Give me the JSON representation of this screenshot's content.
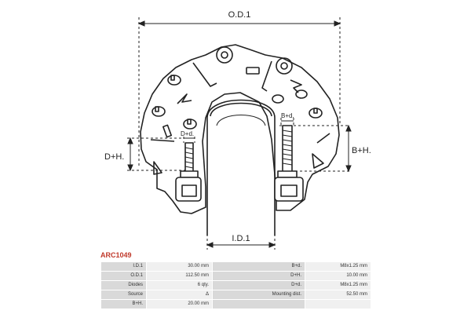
{
  "diagram": {
    "labels": {
      "outer_diameter": "O.D.1",
      "inner_diameter": "I.D.1",
      "d_height": "D+H.",
      "b_height": "B+H.",
      "b_diameter": "B+d.",
      "d_diameter": "D+d."
    }
  },
  "part_code": "ARC1049",
  "specs": {
    "rows": [
      {
        "left_label": "I.D.1",
        "left_value": "30.00 mm",
        "right_label": "B+d.",
        "right_value": "M8x1.25 mm"
      },
      {
        "left_label": "O.D.1",
        "left_value": "112.50 mm",
        "right_label": "D+H.",
        "right_value": "10.00 mm"
      },
      {
        "left_label": "Diodes",
        "left_value": "6 qty.",
        "right_label": "D+d.",
        "right_value": "M8x1.25 mm"
      },
      {
        "left_label": "Source",
        "left_value": "Δ",
        "right_label": "Mounting dist.",
        "right_value": "52.50 mm"
      },
      {
        "left_label": "B+H.",
        "left_value": "20.00 mm",
        "right_label": "",
        "right_value": ""
      }
    ]
  }
}
